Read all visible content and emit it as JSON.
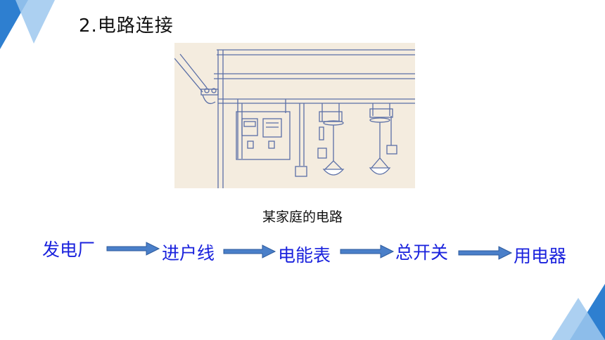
{
  "title": "2.电路连接",
  "figure": {
    "caption": "某家庭的电路"
  },
  "flow": {
    "steps": [
      "发电厂",
      "进户线",
      "电能表",
      "总开关",
      "用电器"
    ]
  },
  "colors": {
    "accent_blue": "#2e7fd0",
    "accent_light": "#9ec8ee",
    "flow_text": "#1a22dd",
    "arrow_fill": "#4a7fc9",
    "arrow_stroke": "#2c5a9c",
    "diagram_bg": "#f4ecdf",
    "diagram_line": "#5b6fa6"
  }
}
